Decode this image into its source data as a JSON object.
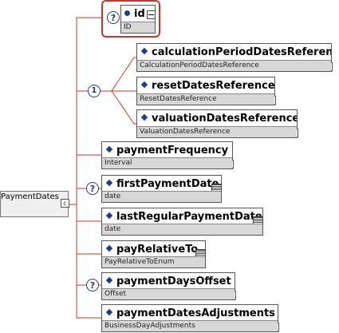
{
  "root": {
    "name": "PaymentDates"
  },
  "choice": {
    "symbol": "1"
  },
  "optional_symbol": "?",
  "attribute": {
    "name": "id",
    "type": "ID"
  },
  "choice_elements": [
    {
      "name": "calculationPeriodDatesReference",
      "type": "CalculationPeriodDatesReference"
    },
    {
      "name": "resetDatesReference",
      "type": "ResetDatesReference"
    },
    {
      "name": "valuationDatesReference",
      "type": "ValuationDatesReference"
    }
  ],
  "elements": [
    {
      "name": "paymentFrequency",
      "type": "Interval",
      "optional": false
    },
    {
      "name": "firstPaymentDate",
      "type": "date",
      "optional": true
    },
    {
      "name": "lastRegularPaymentDate",
      "type": "date",
      "optional": true
    },
    {
      "name": "payRelativeTo",
      "type": "PayRelativeToEnum",
      "optional": false
    },
    {
      "name": "paymentDaysOffset",
      "type": "Offset",
      "optional": true
    },
    {
      "name": "paymentDatesAdjustments",
      "type": "BusinessDayAdjustments",
      "optional": false
    }
  ],
  "colors": {
    "line": "#c0392b",
    "accent": "#1f3c8a",
    "footer": "#d8d8d8"
  },
  "icons": {
    "required_marker": "diamond-icon",
    "attribute_marker": "dot-icon",
    "complex_type": "complex-type-icon",
    "simple_type": "simple-type-icon",
    "collapse": "minus-icon",
    "optional": "question-icon",
    "choice": "choice-icon"
  }
}
